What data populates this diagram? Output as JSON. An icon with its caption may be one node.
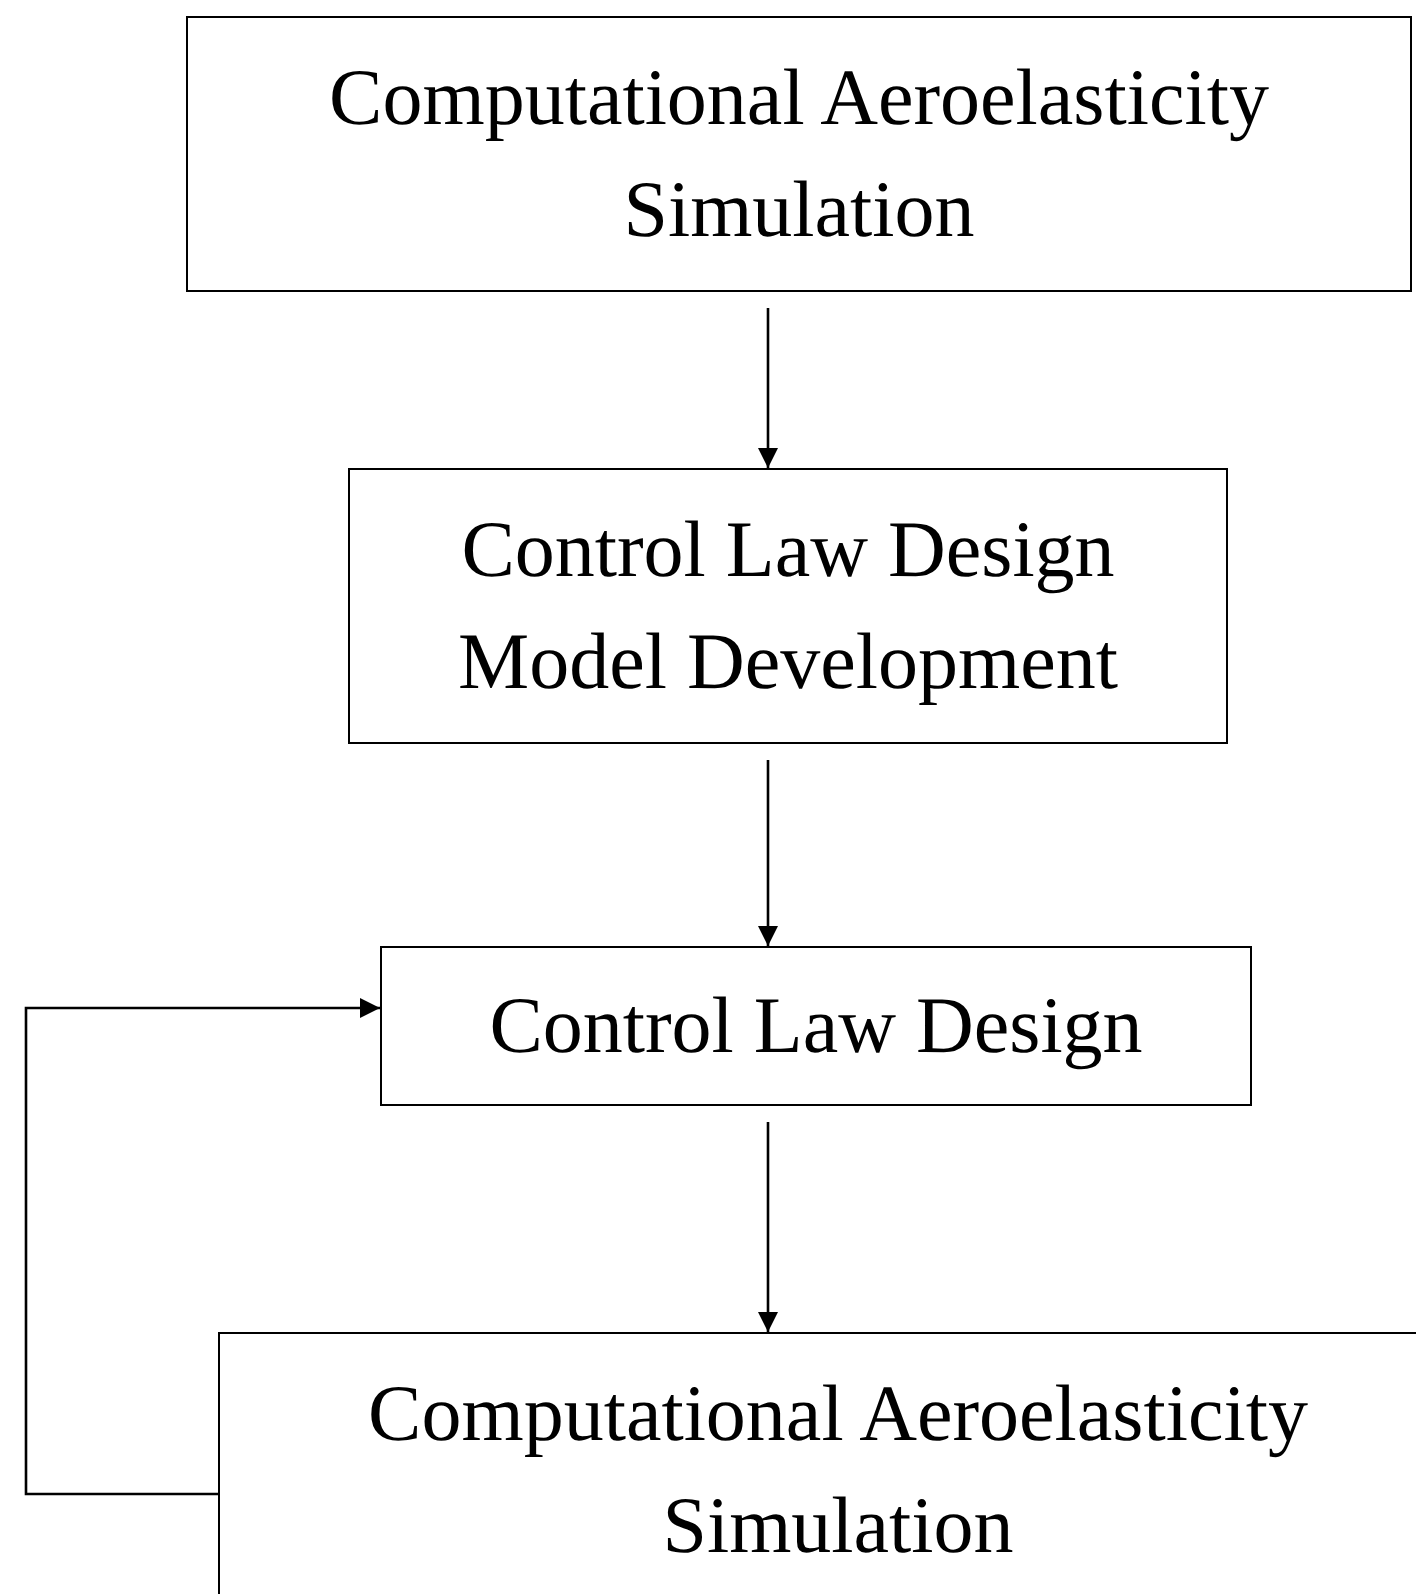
{
  "diagram": {
    "nodes": [
      {
        "text": [
          "Computational Aeroelasticity Simulation"
        ]
      },
      {
        "text": [
          "Control Law Design Model Development"
        ]
      },
      {
        "text": [
          "Control Law Design"
        ]
      },
      {
        "text": [
          "Computational Aeroelasticity Simulation"
        ]
      }
    ],
    "edges": [
      {
        "from": 0,
        "to": 1,
        "arrow": "to"
      },
      {
        "from": 1,
        "to": 2,
        "arrow": "to"
      },
      {
        "from": 2,
        "to": 3,
        "arrow": "to"
      },
      {
        "from": 3,
        "to": 2,
        "arrow": "to"
      }
    ]
  }
}
